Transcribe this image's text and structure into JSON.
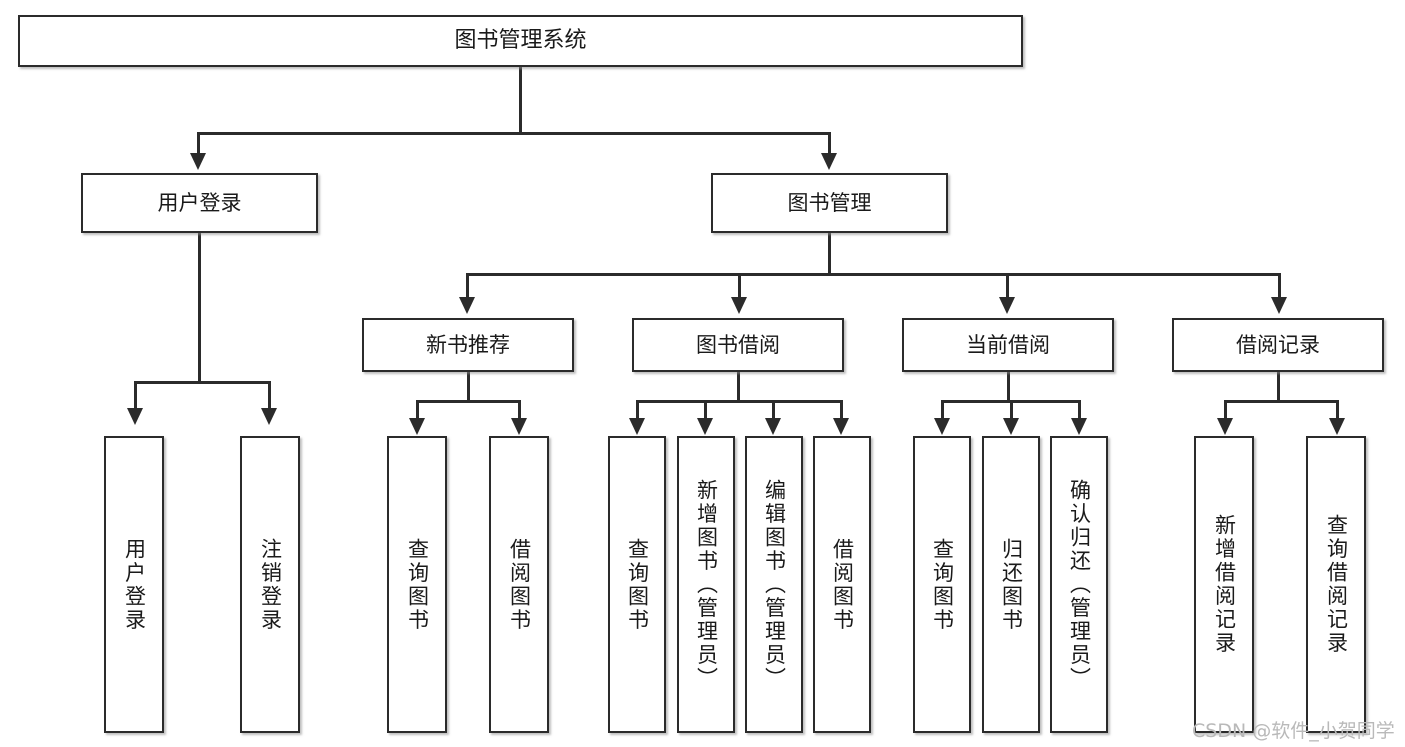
{
  "diagram": {
    "type": "tree",
    "title": "图书管理系统",
    "root": {
      "id": "root",
      "label": "图书管理系统"
    },
    "level1": [
      {
        "id": "login",
        "label": "用户登录"
      },
      {
        "id": "bookmgmt",
        "label": "图书管理"
      }
    ],
    "level2": [
      {
        "id": "newbook",
        "label": "新书推荐",
        "parent": "bookmgmt"
      },
      {
        "id": "borrow",
        "label": "图书借阅",
        "parent": "bookmgmt"
      },
      {
        "id": "current",
        "label": "当前借阅",
        "parent": "bookmgmt"
      },
      {
        "id": "record",
        "label": "借阅记录",
        "parent": "bookmgmt"
      }
    ],
    "leaves": [
      {
        "id": "leaf-user-login",
        "label": "用户登录",
        "parent": "login"
      },
      {
        "id": "leaf-user-logout",
        "label": "注销登录",
        "parent": "login"
      },
      {
        "id": "leaf-nb-query",
        "label": "查询图书",
        "parent": "newbook"
      },
      {
        "id": "leaf-nb-borrow",
        "label": "借阅图书",
        "parent": "newbook"
      },
      {
        "id": "leaf-bw-query",
        "label": "查询图书",
        "parent": "borrow"
      },
      {
        "id": "leaf-bw-add",
        "label": "新增图书（管理员）",
        "parent": "borrow"
      },
      {
        "id": "leaf-bw-edit",
        "label": "编辑图书（管理员）",
        "parent": "borrow"
      },
      {
        "id": "leaf-bw-borrow",
        "label": "借阅图书",
        "parent": "borrow"
      },
      {
        "id": "leaf-cb-query",
        "label": "查询图书",
        "parent": "current"
      },
      {
        "id": "leaf-cb-return",
        "label": "归还图书",
        "parent": "current"
      },
      {
        "id": "leaf-cb-confirm",
        "label": "确认归还（管理员）",
        "parent": "current"
      },
      {
        "id": "leaf-rc-add",
        "label": "新增借阅记录",
        "parent": "record"
      },
      {
        "id": "leaf-rc-query",
        "label": "查询借阅记录",
        "parent": "record"
      }
    ],
    "colors": {
      "stroke": "#2b2b2b",
      "fill": "#ffffff",
      "text": "#1a1a1a",
      "watermark": "#b9b9b9"
    }
  },
  "watermark": {
    "text": "CSDN @软件_小贺同学"
  }
}
